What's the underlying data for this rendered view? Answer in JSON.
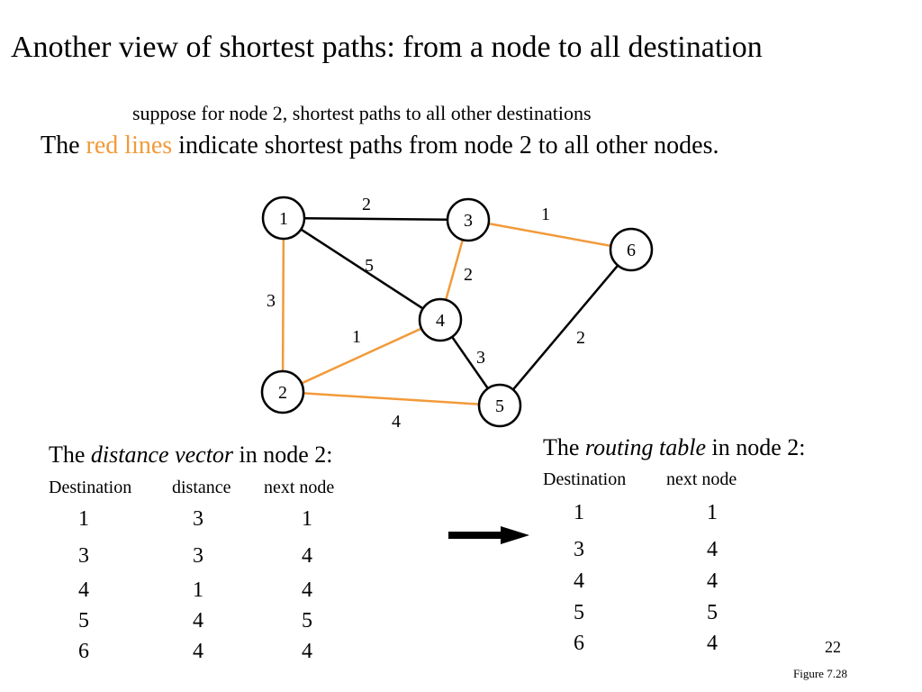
{
  "title": "Another view of shortest paths: from a node to all destination",
  "subtitle_small": "suppose for node  2, shortest paths to all other destinations",
  "subtitle": {
    "prefix": "The ",
    "highlight": "red lines",
    "suffix": " indicate shortest paths from node 2 to all other nodes."
  },
  "colors": {
    "path": "#f29a3a",
    "edge": "#000000"
  },
  "graph": {
    "nodes": [
      {
        "id": "1",
        "label": "1"
      },
      {
        "id": "3",
        "label": "3"
      },
      {
        "id": "6",
        "label": "6"
      },
      {
        "id": "4",
        "label": "4"
      },
      {
        "id": "2",
        "label": "2"
      },
      {
        "id": "5",
        "label": "5"
      }
    ],
    "edges": [
      {
        "from": "1",
        "to": "3",
        "weight": "2",
        "shortest": false
      },
      {
        "from": "3",
        "to": "6",
        "weight": "1",
        "shortest": true
      },
      {
        "from": "1",
        "to": "4",
        "weight": "5",
        "shortest": false
      },
      {
        "from": "3",
        "to": "4",
        "weight": "2",
        "shortest": true
      },
      {
        "from": "1",
        "to": "2",
        "weight": "3",
        "shortest": true
      },
      {
        "from": "2",
        "to": "4",
        "weight": "1",
        "shortest": true
      },
      {
        "from": "4",
        "to": "5",
        "weight": "3",
        "shortest": false
      },
      {
        "from": "6",
        "to": "5",
        "weight": "2",
        "shortest": false
      },
      {
        "from": "2",
        "to": "5",
        "weight": "4",
        "shortest": true
      }
    ]
  },
  "distance_vector": {
    "heading_prefix": "The ",
    "heading_em": "distance vector",
    "heading_suffix": " in node 2:",
    "columns": [
      "Destination",
      "distance",
      "next node"
    ],
    "rows": [
      [
        "1",
        "3",
        "1"
      ],
      [
        "3",
        "3",
        "4"
      ],
      [
        "4",
        "1",
        "4"
      ],
      [
        "5",
        "4",
        "5"
      ],
      [
        "6",
        "4",
        "4"
      ]
    ]
  },
  "routing_table": {
    "heading_prefix": "The ",
    "heading_em": "routing table",
    "heading_suffix": " in node 2:",
    "columns": [
      "Destination",
      "next node"
    ],
    "rows": [
      [
        "1",
        "1"
      ],
      [
        "3",
        "4"
      ],
      [
        "4",
        "4"
      ],
      [
        "5",
        "5"
      ],
      [
        "6",
        "4"
      ]
    ]
  },
  "page_number": "22",
  "figure_label": "Figure 7.28"
}
